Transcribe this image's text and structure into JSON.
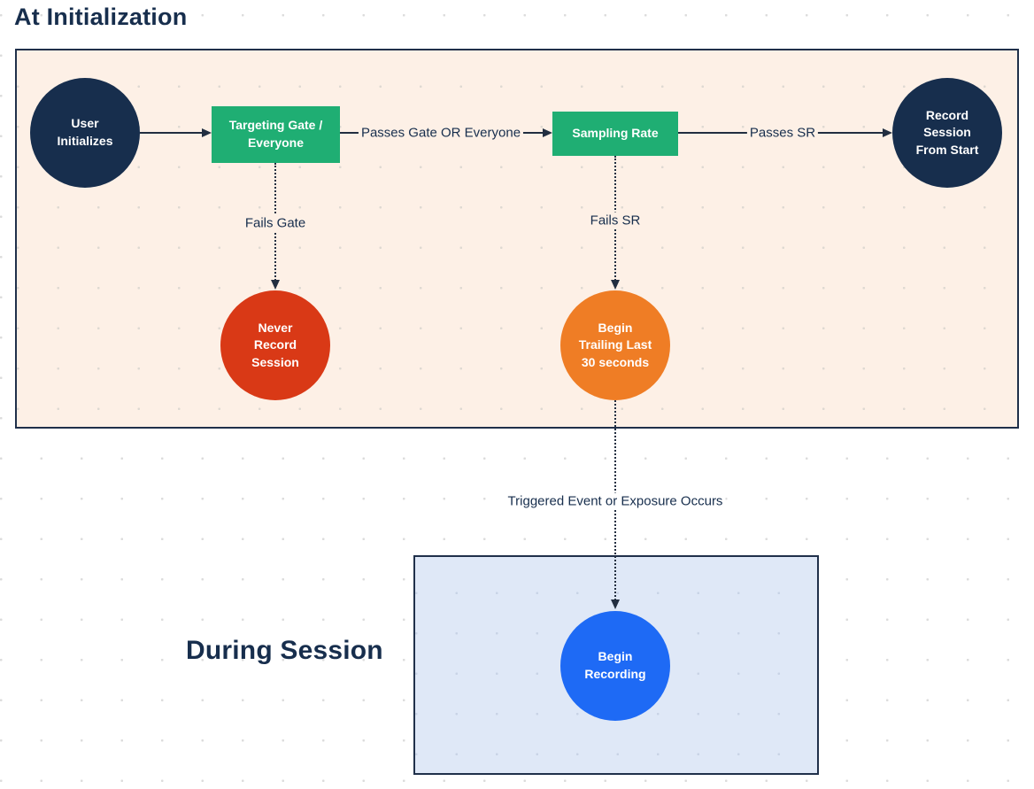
{
  "titles": {
    "init": "At Initialization",
    "during": "During Session"
  },
  "nodes": {
    "user_initializes": "User\nInitializes",
    "targeting_gate": "Targeting Gate /\nEveryone",
    "sampling_rate": "Sampling Rate",
    "record_from_start": "Record\nSession\nFrom Start",
    "never_record": "Never\nRecord\nSession",
    "begin_trailing": "Begin\nTrailing Last\n30 seconds",
    "begin_recording": "Begin\nRecording"
  },
  "edge_labels": {
    "passes_gate": "Passes Gate OR Everyone",
    "passes_sr": "Passes SR",
    "fails_gate": "Fails Gate",
    "fails_sr": "Fails SR",
    "triggered": "Triggered Event or Exposure Occurs"
  },
  "colors": {
    "navy_node": "#172e4d",
    "green_node": "#1fae73",
    "red_node": "#d93916",
    "orange_node": "#ef7d25",
    "blue_node": "#1e6af5",
    "init_box_fill": "#fdf0e6",
    "during_box_fill": "#dfe8f7",
    "line": "#222e40",
    "text": "#172e4d",
    "canvas": "#ffffff"
  }
}
